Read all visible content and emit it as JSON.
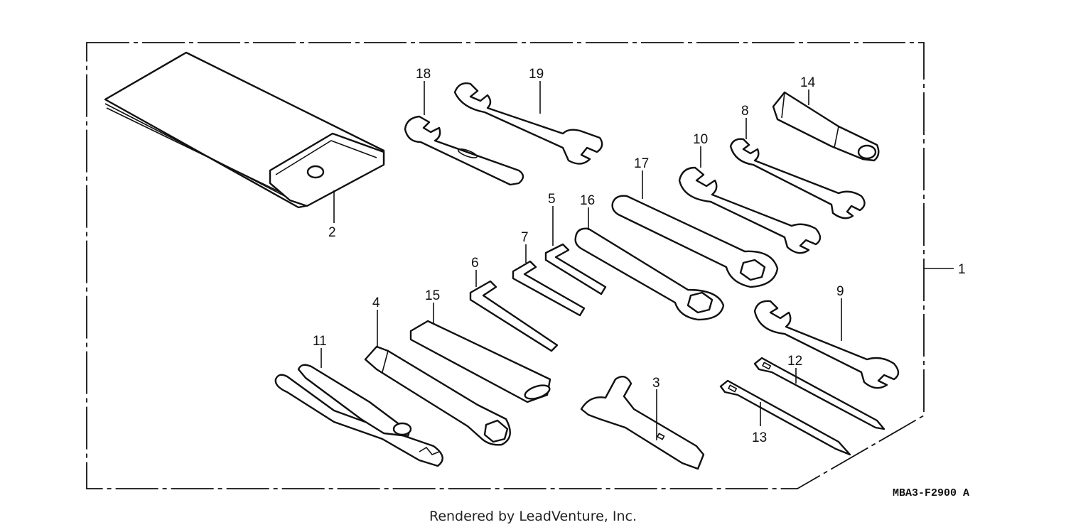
{
  "diagram_code": "MBA3-F2900 A",
  "footer": "Rendered by LeadVenture, Inc.",
  "callouts": [
    {
      "id": "1",
      "label": "1"
    },
    {
      "id": "2",
      "label": "2"
    },
    {
      "id": "3",
      "label": "3"
    },
    {
      "id": "4",
      "label": "4"
    },
    {
      "id": "5",
      "label": "5"
    },
    {
      "id": "6",
      "label": "6"
    },
    {
      "id": "7",
      "label": "7"
    },
    {
      "id": "8",
      "label": "8"
    },
    {
      "id": "9",
      "label": "9"
    },
    {
      "id": "10",
      "label": "10"
    },
    {
      "id": "11",
      "label": "11"
    },
    {
      "id": "12",
      "label": "12"
    },
    {
      "id": "13",
      "label": "13"
    },
    {
      "id": "14",
      "label": "14"
    },
    {
      "id": "15",
      "label": "15"
    },
    {
      "id": "16",
      "label": "16"
    },
    {
      "id": "17",
      "label": "17"
    },
    {
      "id": "18",
      "label": "18"
    },
    {
      "id": "19",
      "label": "19"
    }
  ]
}
